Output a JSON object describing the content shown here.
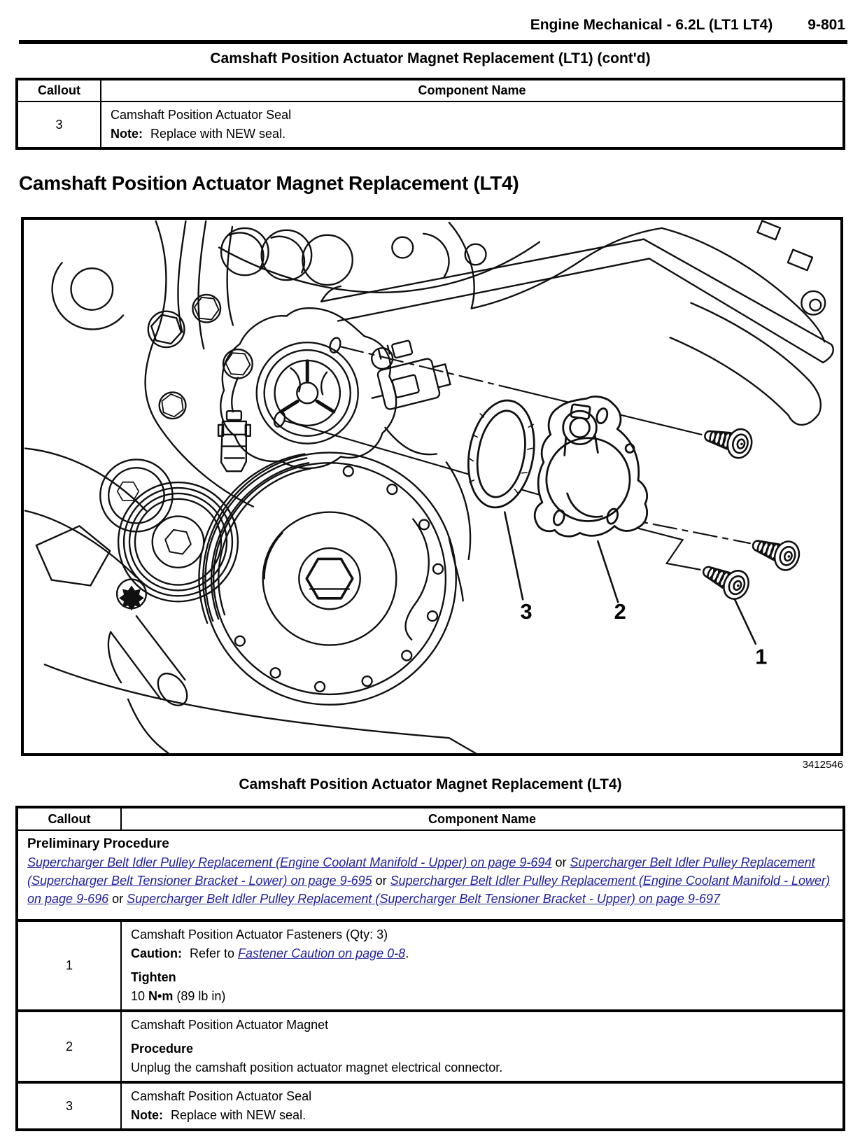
{
  "header": {
    "title": "Engine Mechanical - 6.2L (LT1 LT4)",
    "page_number": "9-801"
  },
  "table1": {
    "caption": "Camshaft Position Actuator Magnet Replacement (LT1) (cont'd)",
    "col_callout": "Callout",
    "col_component": "Component Name",
    "row": {
      "callout": "3",
      "name": "Camshaft Position Actuator Seal",
      "note_label": "Note:",
      "note_text": "Replace with NEW seal."
    }
  },
  "section": {
    "heading": "Camshaft Position Actuator Magnet Replacement (LT4)"
  },
  "figure": {
    "number": "3412546",
    "callout_1": "1",
    "callout_2": "2",
    "callout_3": "3"
  },
  "table2": {
    "caption": "Camshaft Position Actuator Magnet Replacement (LT4)",
    "col_callout": "Callout",
    "col_component": "Component Name",
    "preliminary": {
      "heading": "Preliminary Procedure",
      "separator": "or",
      "links": [
        "Supercharger Belt Idler Pulley Replacement (Engine Coolant Manifold - Upper) on page 9-694",
        "Supercharger Belt Idler Pulley Replacement (Supercharger Belt Tensioner Bracket - Lower) on page 9-695",
        "Supercharger Belt Idler Pulley Replacement (Engine Coolant Manifold - Lower) on page 9-696",
        "Supercharger Belt Idler Pulley Replacement (Supercharger Belt Tensioner Bracket - Upper) on page 9-697"
      ]
    },
    "row1": {
      "callout": "1",
      "name": "Camshaft Position Actuator Fasteners (Qty: 3)",
      "caution_label": "Caution:",
      "caution_prefix": "Refer to",
      "caution_link": "Fastener Caution on page 0-8",
      "caution_suffix": ".",
      "tighten_label": "Tighten",
      "tighten_prefix": "10",
      "tighten_unit": "N•m",
      "tighten_rest": "(89 lb in)"
    },
    "row2": {
      "callout": "2",
      "name": "Camshaft Position Actuator Magnet",
      "procedure_label": "Procedure",
      "procedure_text": "Unplug the camshaft position actuator magnet electrical connector."
    },
    "row3": {
      "callout": "3",
      "name": "Camshaft Position Actuator Seal",
      "note_label": "Note:",
      "note_text": "Replace with NEW seal."
    }
  },
  "colors": {
    "link_blue": "#1f1f9e",
    "ink": "#000000"
  }
}
